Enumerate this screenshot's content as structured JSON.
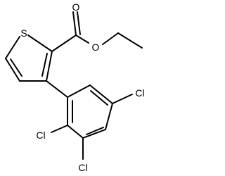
{
  "molecule": {
    "atoms": {
      "sulfur": "S",
      "carbonyl_oxygen": "O",
      "ester_oxygen": "O",
      "chlorine_1": "Cl",
      "chlorine_2": "Cl",
      "chlorine_3": "Cl"
    },
    "colors": {
      "bond": "#000000",
      "label": "#000000",
      "background": "#ffffff"
    }
  }
}
